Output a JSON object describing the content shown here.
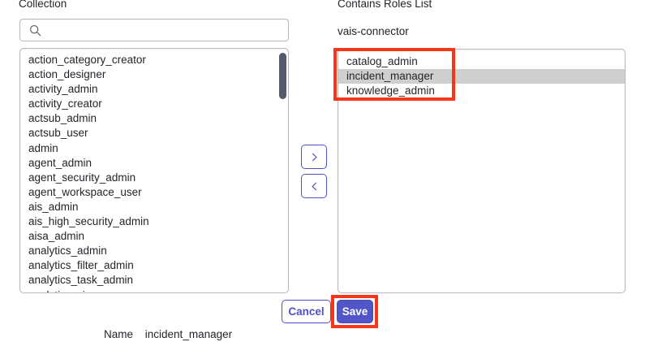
{
  "left_panel": {
    "label": "Collection",
    "search": {
      "icon": "search-icon",
      "value": "",
      "placeholder": ""
    },
    "options": [
      "action_category_creator",
      "action_designer",
      "activity_admin",
      "activity_creator",
      "actsub_admin",
      "actsub_user",
      "admin",
      "agent_admin",
      "agent_security_admin",
      "agent_workspace_user",
      "ais_admin",
      "ais_high_security_admin",
      "aisa_admin",
      "analytics_admin",
      "analytics_filter_admin",
      "analytics_task_admin",
      "analytics_viewer"
    ],
    "scrollbar": {
      "thumb_color": "#55596b"
    }
  },
  "transfer": {
    "move_right_label": "›",
    "move_left_label": "‹",
    "move_right_icon": "chevron-right-icon",
    "move_left_icon": "chevron-left-icon"
  },
  "right_panel": {
    "label": "Contains Roles List",
    "subtitle": "vais-connector",
    "items": [
      {
        "label": "catalog_admin",
        "selected": false
      },
      {
        "label": "incident_manager",
        "selected": true
      },
      {
        "label": "knowledge_admin",
        "selected": false
      }
    ],
    "selected_highlight_color": "#cfcfcf"
  },
  "footer": {
    "cancel_label": "Cancel",
    "save_label": "Save"
  },
  "name_row": {
    "key": "Name",
    "value": "incident_manager"
  },
  "annotations": {
    "color": "#f4361a",
    "roles_box_target": "contains-roles-list",
    "save_box_target": "save-button"
  },
  "colors": {
    "accent": "#5055c8",
    "accent_border": "#4e52c4",
    "border": "#b5b8c0",
    "text": "#23252a",
    "annotation": "#f4361a"
  }
}
